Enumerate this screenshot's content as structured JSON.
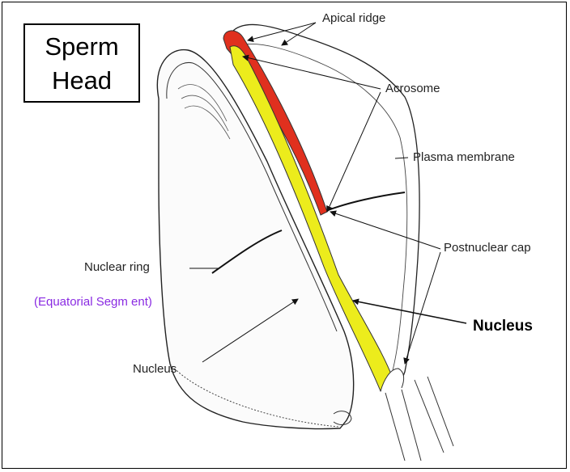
{
  "title": {
    "line1": "Sperm",
    "line2": "Head"
  },
  "labels": {
    "apical_ridge": "Apical ridge",
    "acrosome": "Acrosome",
    "plasma_membrane": "Plasma membrane",
    "postnuclear_cap": "Postnuclear cap",
    "nuclear_ring": "Nuclear ring",
    "equatorial_segment": "(Equatorial Segm ent)",
    "nucleus_bold": "Nucleus",
    "nucleus_left": "Nucleus"
  },
  "colors": {
    "acrosome": "#e0301e",
    "nucleus": "#ecec1c",
    "equatorial_label": "#8a2be2"
  }
}
